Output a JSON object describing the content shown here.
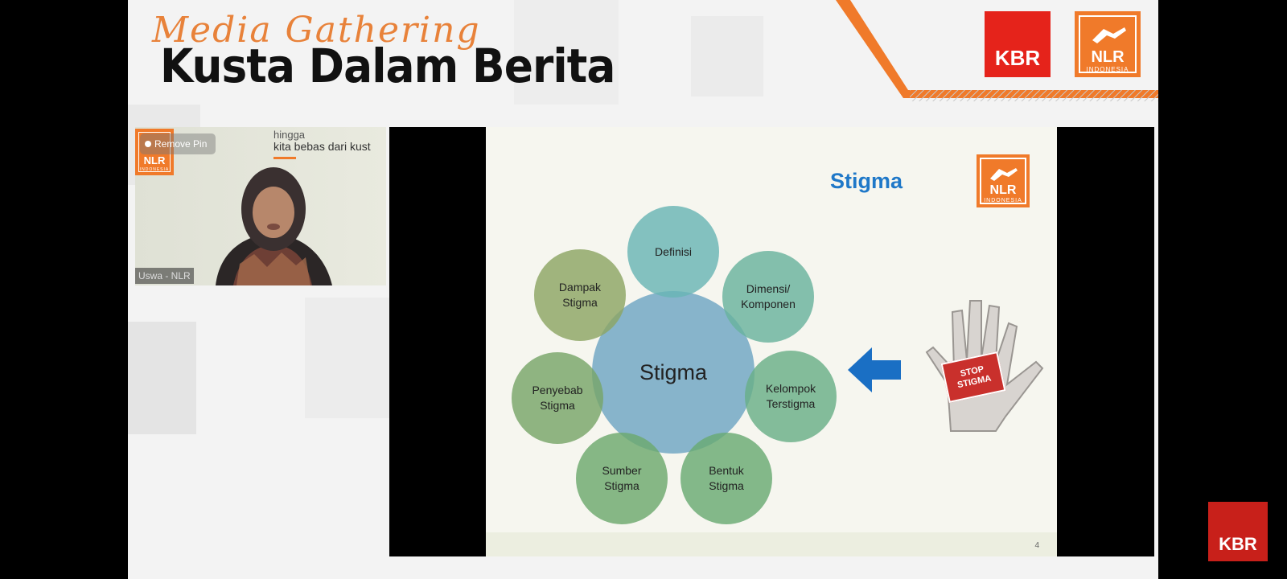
{
  "header": {
    "event_subtitle": "Media Gathering",
    "event_title": "Kusta Dalam Berita"
  },
  "logos": {
    "kbr": "KBR",
    "nlr": "NLR",
    "nlr_sub": "INDONESIA"
  },
  "webcam": {
    "remove_pin_label": "Remove Pin",
    "bg_line1": "hingga",
    "bg_line2": "kita bebas dari kust",
    "participant_name": "Uswa - NLR"
  },
  "slide": {
    "title": "Stigma",
    "center_label": "Stigma",
    "nodes": [
      {
        "label": "Definisi"
      },
      {
        "label": "Dimensi/\nKomponen"
      },
      {
        "label": "Kelompok\nTerstigma"
      },
      {
        "label": "Bentuk\nStigma"
      },
      {
        "label": "Sumber\nStigma"
      },
      {
        "label": "Penyebab\nStigma"
      },
      {
        "label": "Dampak\nStigma"
      }
    ],
    "hand_sign_line1": "STOP",
    "hand_sign_line2": "STIGMA",
    "page_number": "4"
  },
  "colors": {
    "accent_orange": "#f07a2a",
    "kbr_red": "#e5231b",
    "slide_title_blue": "#1f78c8",
    "arrow_blue": "#1a6fc4"
  }
}
